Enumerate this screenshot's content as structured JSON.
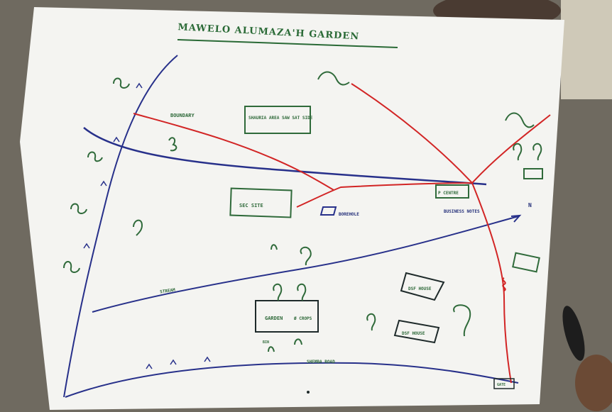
{
  "map": {
    "title": "MAWELO ALUMAZA'H GARDEN",
    "colors": {
      "paper": "#f4f4f1",
      "background": "#6f6a60",
      "river_blue": "#27308a",
      "path_red": "#d22525",
      "ink_green": "#2f6a3a"
    },
    "labels": {
      "building_box": "SHAURIA AREA SAW SAT SIDE",
      "sec_site": "SEC SITE",
      "p_centre": "P CENTRE",
      "pond": "BOREHOLE",
      "boundary": "BOUNDARY",
      "stream": "STREAM",
      "garden": "GARDEN",
      "garden_note": "Ø CROPS",
      "house_1": "DSF HOUSE",
      "house_2": "DSF HOUSE",
      "bottom_road": "SHEMBA ROAD",
      "right_note": "BUSINESS NOTES",
      "north": "N",
      "corner_tag": "GATE",
      "small_tag": "BIN"
    }
  }
}
